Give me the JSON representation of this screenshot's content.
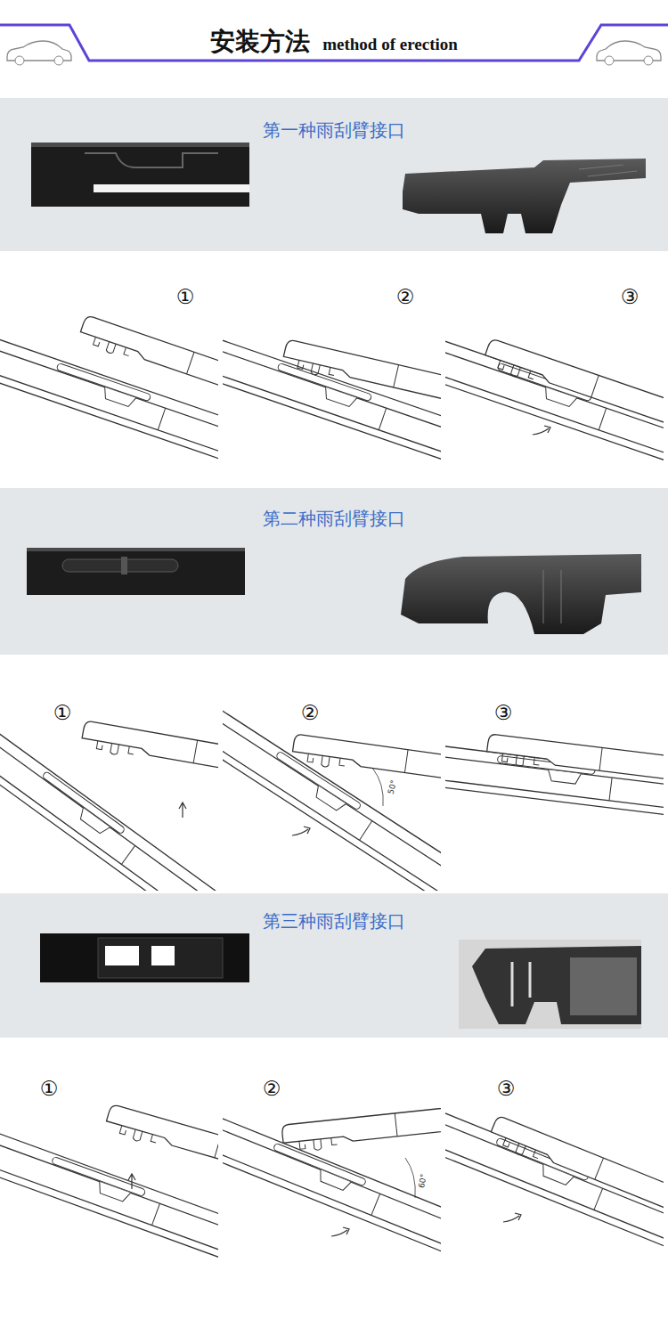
{
  "diagram": {
    "title": "安装方法",
    "nodes": [
      {
        "text": [
          "第一种雨刮臂接口"
        ]
      },
      {
        "text": [
          "第二种雨刮臂接口"
        ]
      },
      {
        "text": [
          "第三种雨刮臂接口"
        ]
      }
    ],
    "labels": [
      "method of erection",
      "①",
      "②",
      "③",
      "①",
      "②",
      "③",
      "①",
      "②",
      "③",
      "50°",
      "60°"
    ]
  }
}
